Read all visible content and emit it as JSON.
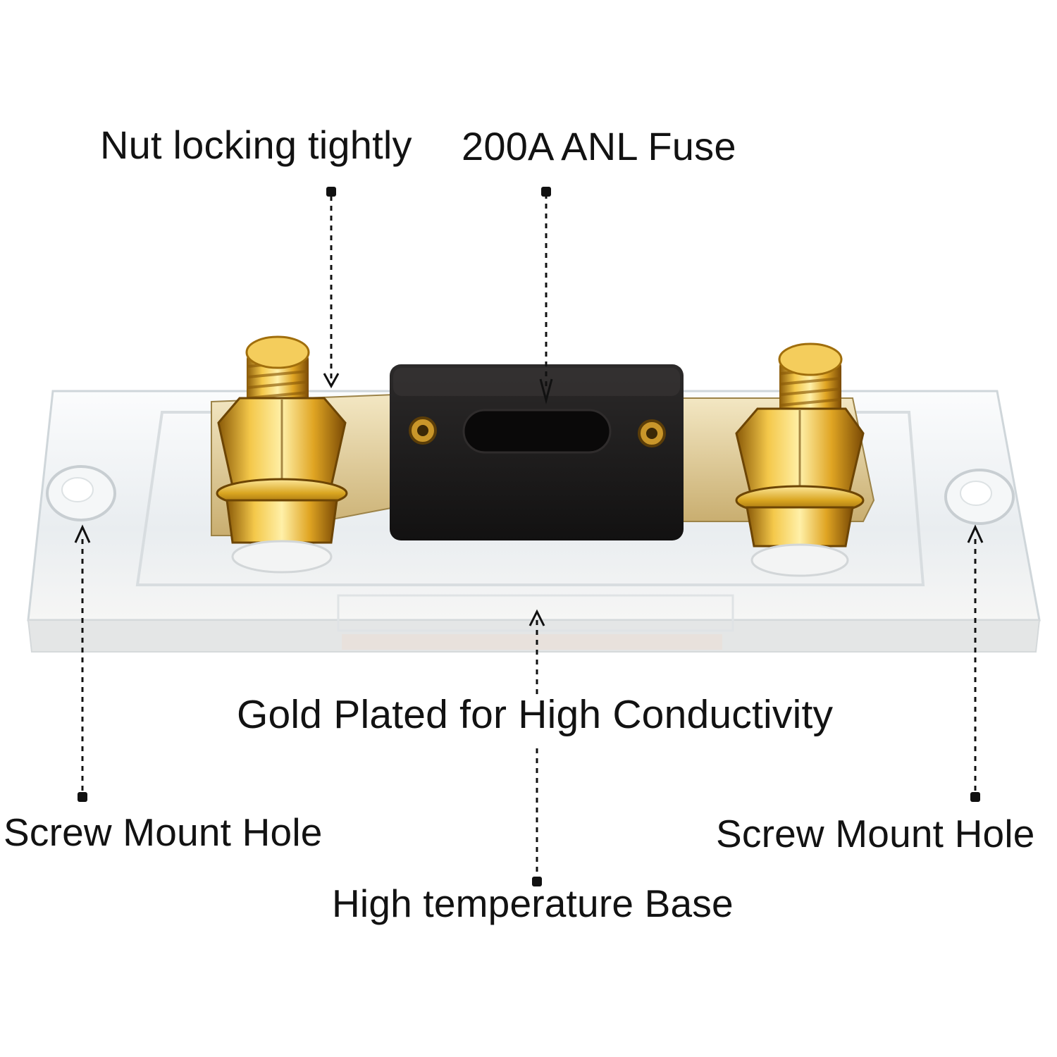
{
  "callouts": {
    "nut": "Nut locking tightly",
    "fuse": "200A ANL Fuse",
    "gold": "Gold Plated for High Conductivity",
    "screw_left": "Screw Mount Hole",
    "screw_right": "Screw Mount Hole",
    "base": "High temperature Base"
  },
  "colors": {
    "background": "#ffffff",
    "text": "#121212",
    "gold": "#d9a520",
    "fuse_body": "#1c1a1a",
    "base_clear": "#eef1f3",
    "callout_line": "#111111"
  }
}
